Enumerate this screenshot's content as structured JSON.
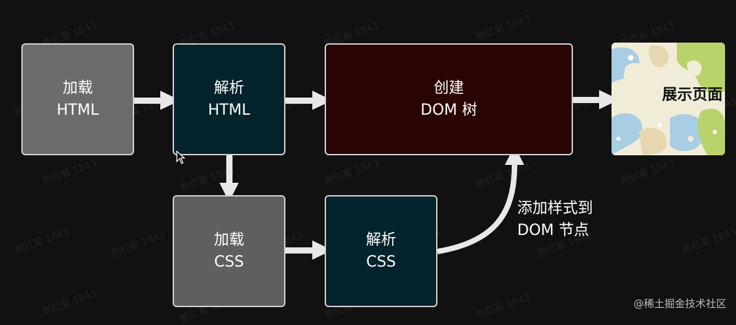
{
  "nodes": {
    "load_html": {
      "line1": "加载",
      "line2": "HTML"
    },
    "parse_html": {
      "line1": "解析",
      "line2": "HTML"
    },
    "create_dom": {
      "line1": "创建",
      "line2": "DOM 树"
    },
    "show_page": {
      "label": "展示页面"
    },
    "load_css": {
      "line1": "加载",
      "line2": "CSS"
    },
    "parse_css": {
      "line1": "解析",
      "line2": "CSS"
    }
  },
  "edge_label": {
    "line1": "添加样式到",
    "line2": "DOM 节点"
  },
  "watermark": "熊红菊 1843",
  "credit": "@稀土掘金技术社区",
  "colors": {
    "background": "#111111",
    "gray_node": "#6b6b6b",
    "teal_node": "#04232c",
    "maroon_node": "#2a0303",
    "arrow": "#e8e8e8",
    "border": "#cfcfcf"
  }
}
